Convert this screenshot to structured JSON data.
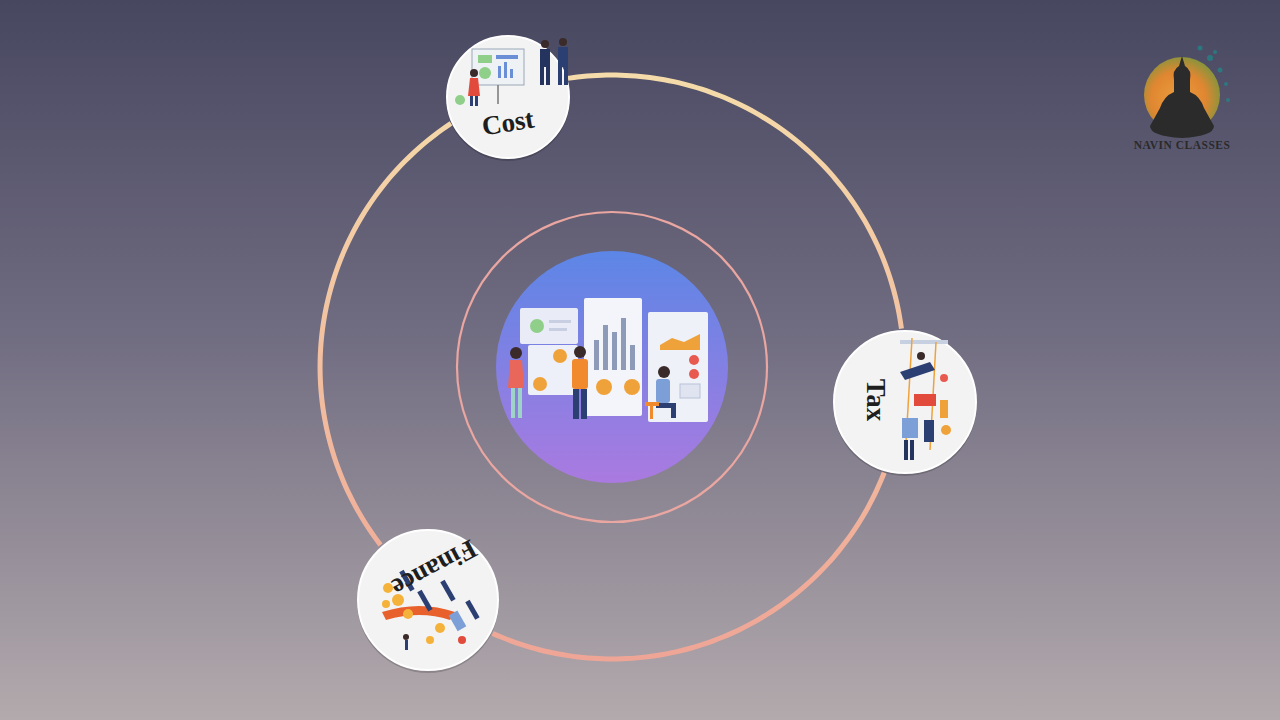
{
  "diagram": {
    "nodes": [
      {
        "text": [
          "Cost"
        ]
      },
      {
        "text": [
          "Tax"
        ]
      },
      {
        "text": [
          "Finance"
        ]
      }
    ],
    "edges": [
      {
        "from": 0,
        "to": 1,
        "arrow": "none"
      },
      {
        "from": 1,
        "to": 2,
        "arrow": "none"
      },
      {
        "from": 2,
        "to": 0,
        "arrow": "none"
      }
    ],
    "labels": [
      "NAVIN CLASSES"
    ]
  }
}
